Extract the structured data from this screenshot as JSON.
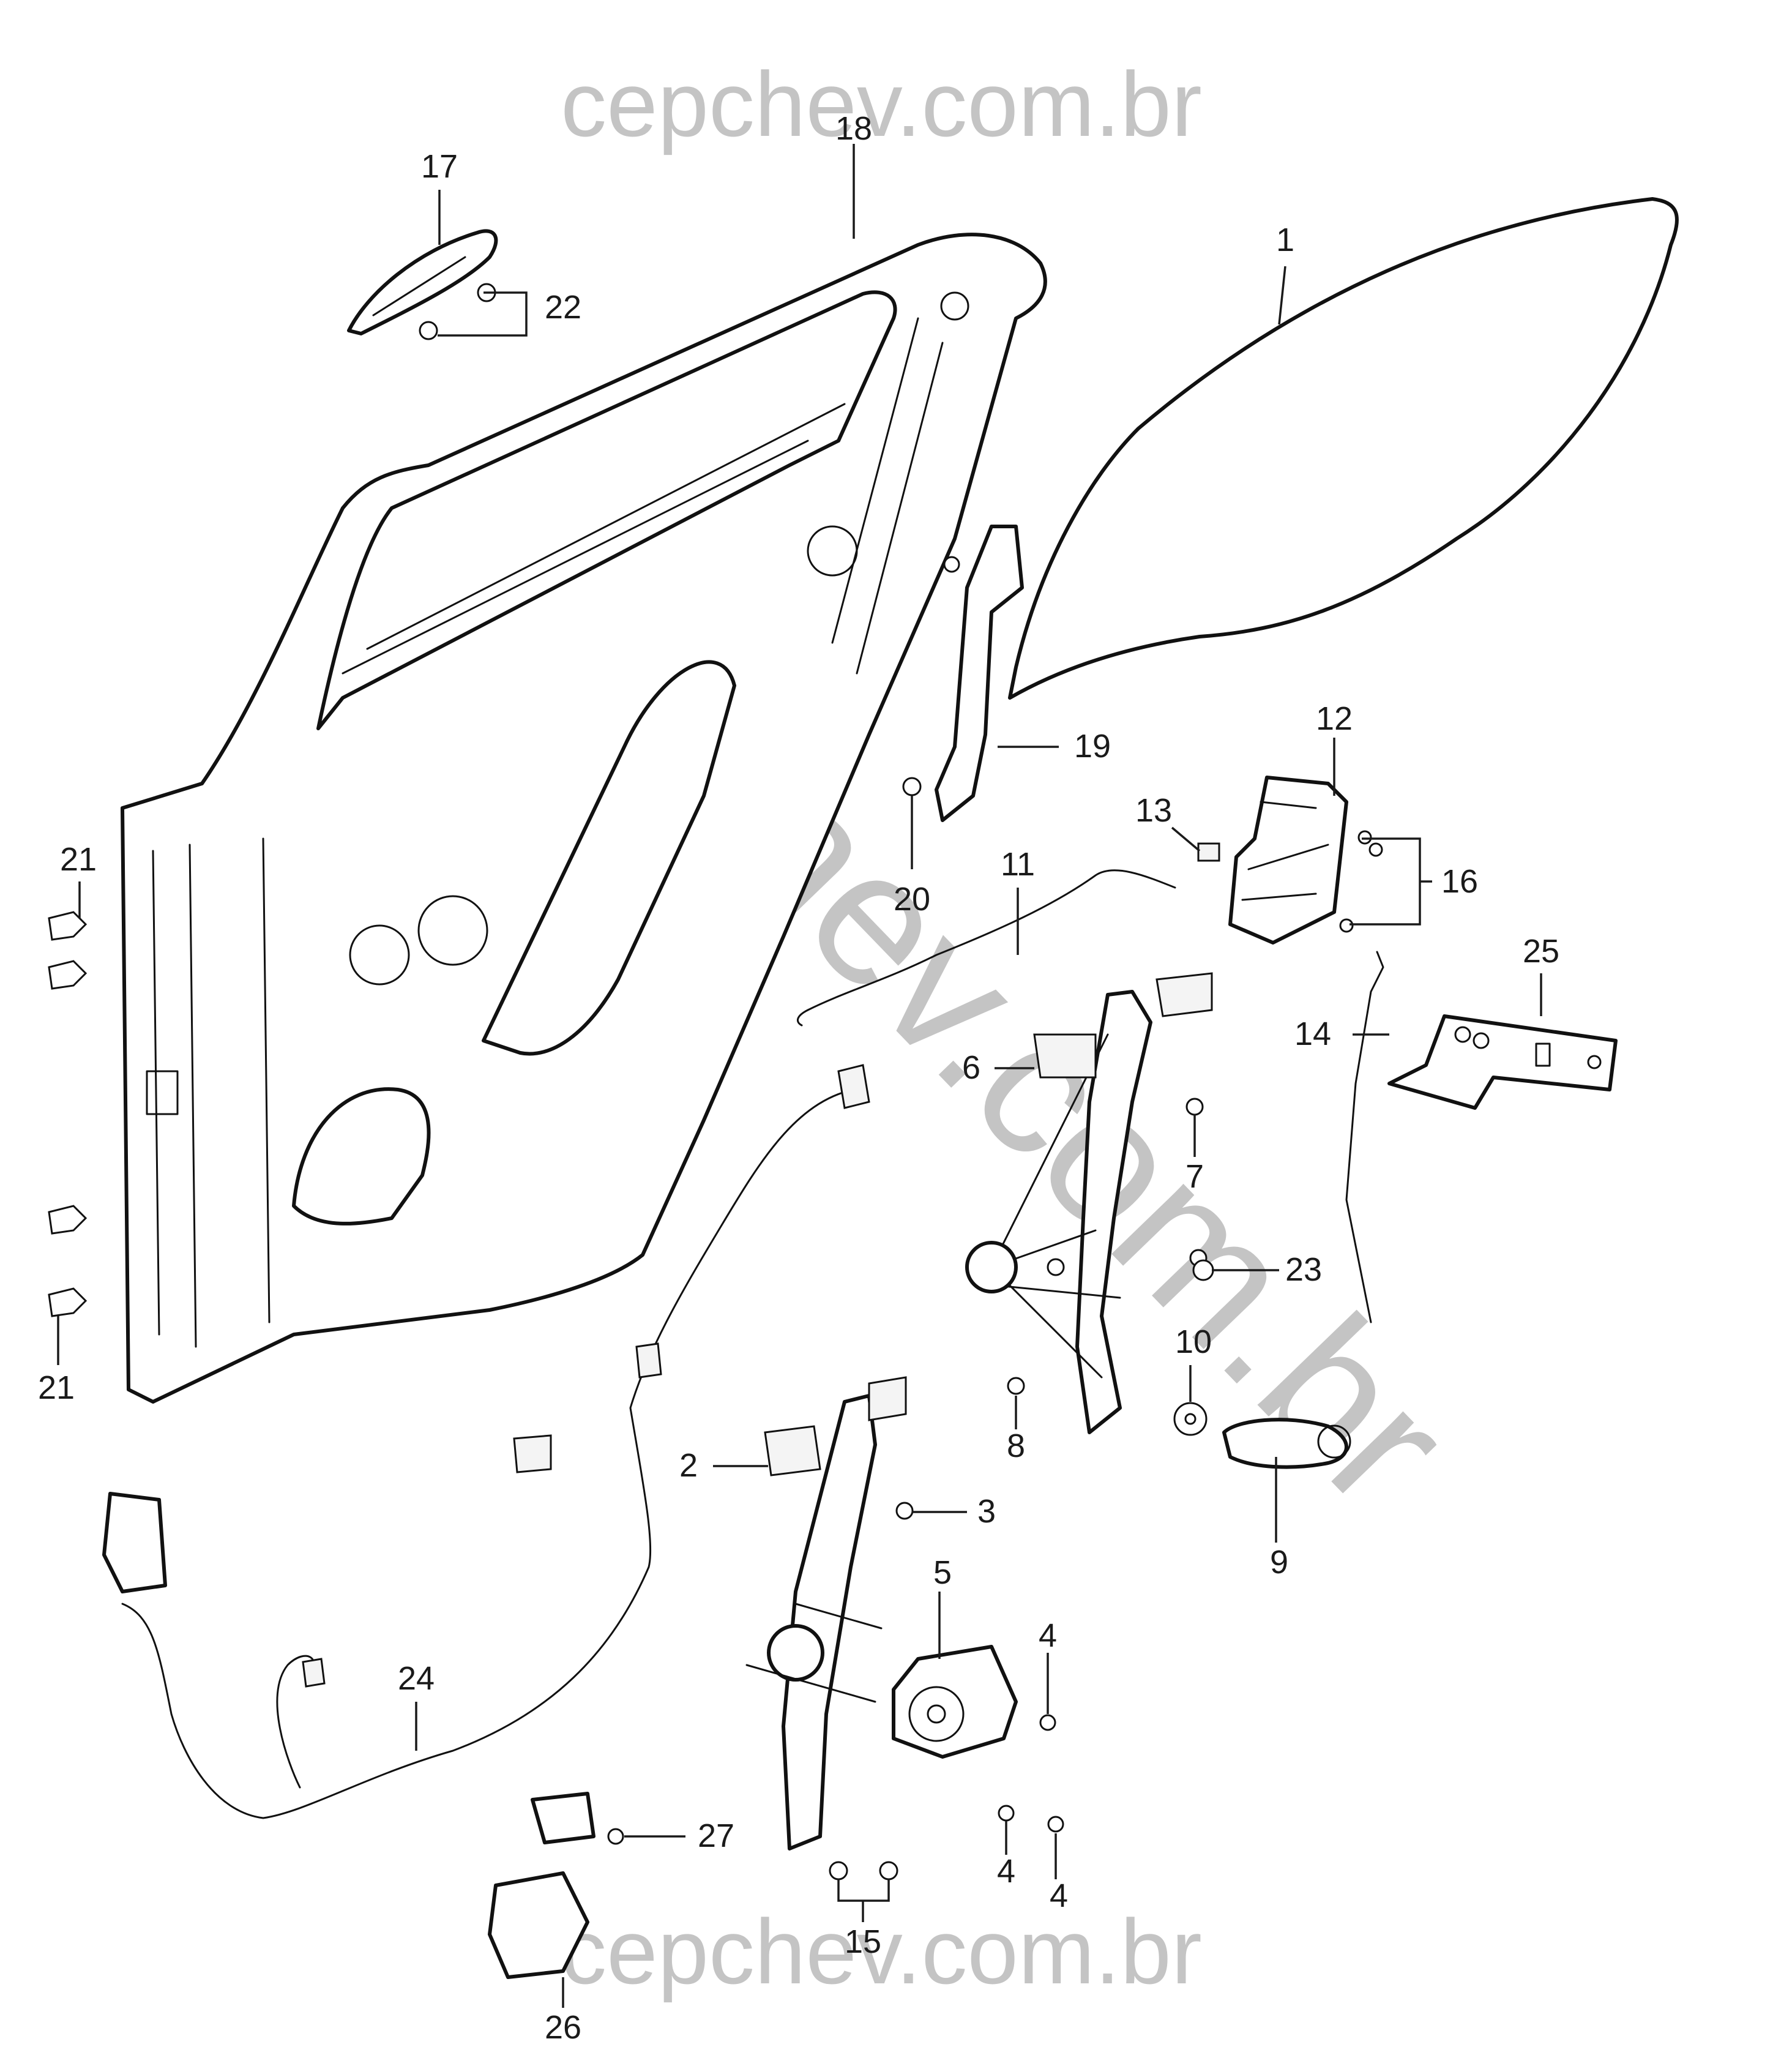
{
  "watermarks": {
    "top": "cepchev.com.br",
    "bottom": "cepchev.com.br",
    "diagonal": "cepchev.com.br"
  },
  "callouts": [
    {
      "id": "p1",
      "label": "1"
    },
    {
      "id": "p2",
      "label": "2"
    },
    {
      "id": "p3",
      "label": "3"
    },
    {
      "id": "p4a",
      "label": "4"
    },
    {
      "id": "p4b",
      "label": "4"
    },
    {
      "id": "p4c",
      "label": "4"
    },
    {
      "id": "p5",
      "label": "5"
    },
    {
      "id": "p6",
      "label": "6"
    },
    {
      "id": "p7",
      "label": "7"
    },
    {
      "id": "p8",
      "label": "8"
    },
    {
      "id": "p9",
      "label": "9"
    },
    {
      "id": "p10",
      "label": "10"
    },
    {
      "id": "p11",
      "label": "11"
    },
    {
      "id": "p12",
      "label": "12"
    },
    {
      "id": "p13",
      "label": "13"
    },
    {
      "id": "p14",
      "label": "14"
    },
    {
      "id": "p15",
      "label": "15"
    },
    {
      "id": "p16",
      "label": "16"
    },
    {
      "id": "p17",
      "label": "17"
    },
    {
      "id": "p18",
      "label": "18"
    },
    {
      "id": "p19",
      "label": "19"
    },
    {
      "id": "p20",
      "label": "20"
    },
    {
      "id": "p21a",
      "label": "21"
    },
    {
      "id": "p21b",
      "label": "21"
    },
    {
      "id": "p22",
      "label": "22"
    },
    {
      "id": "p23",
      "label": "23"
    },
    {
      "id": "p24",
      "label": "24"
    },
    {
      "id": "p25",
      "label": "25"
    },
    {
      "id": "p26",
      "label": "26"
    },
    {
      "id": "p27",
      "label": "27"
    }
  ]
}
